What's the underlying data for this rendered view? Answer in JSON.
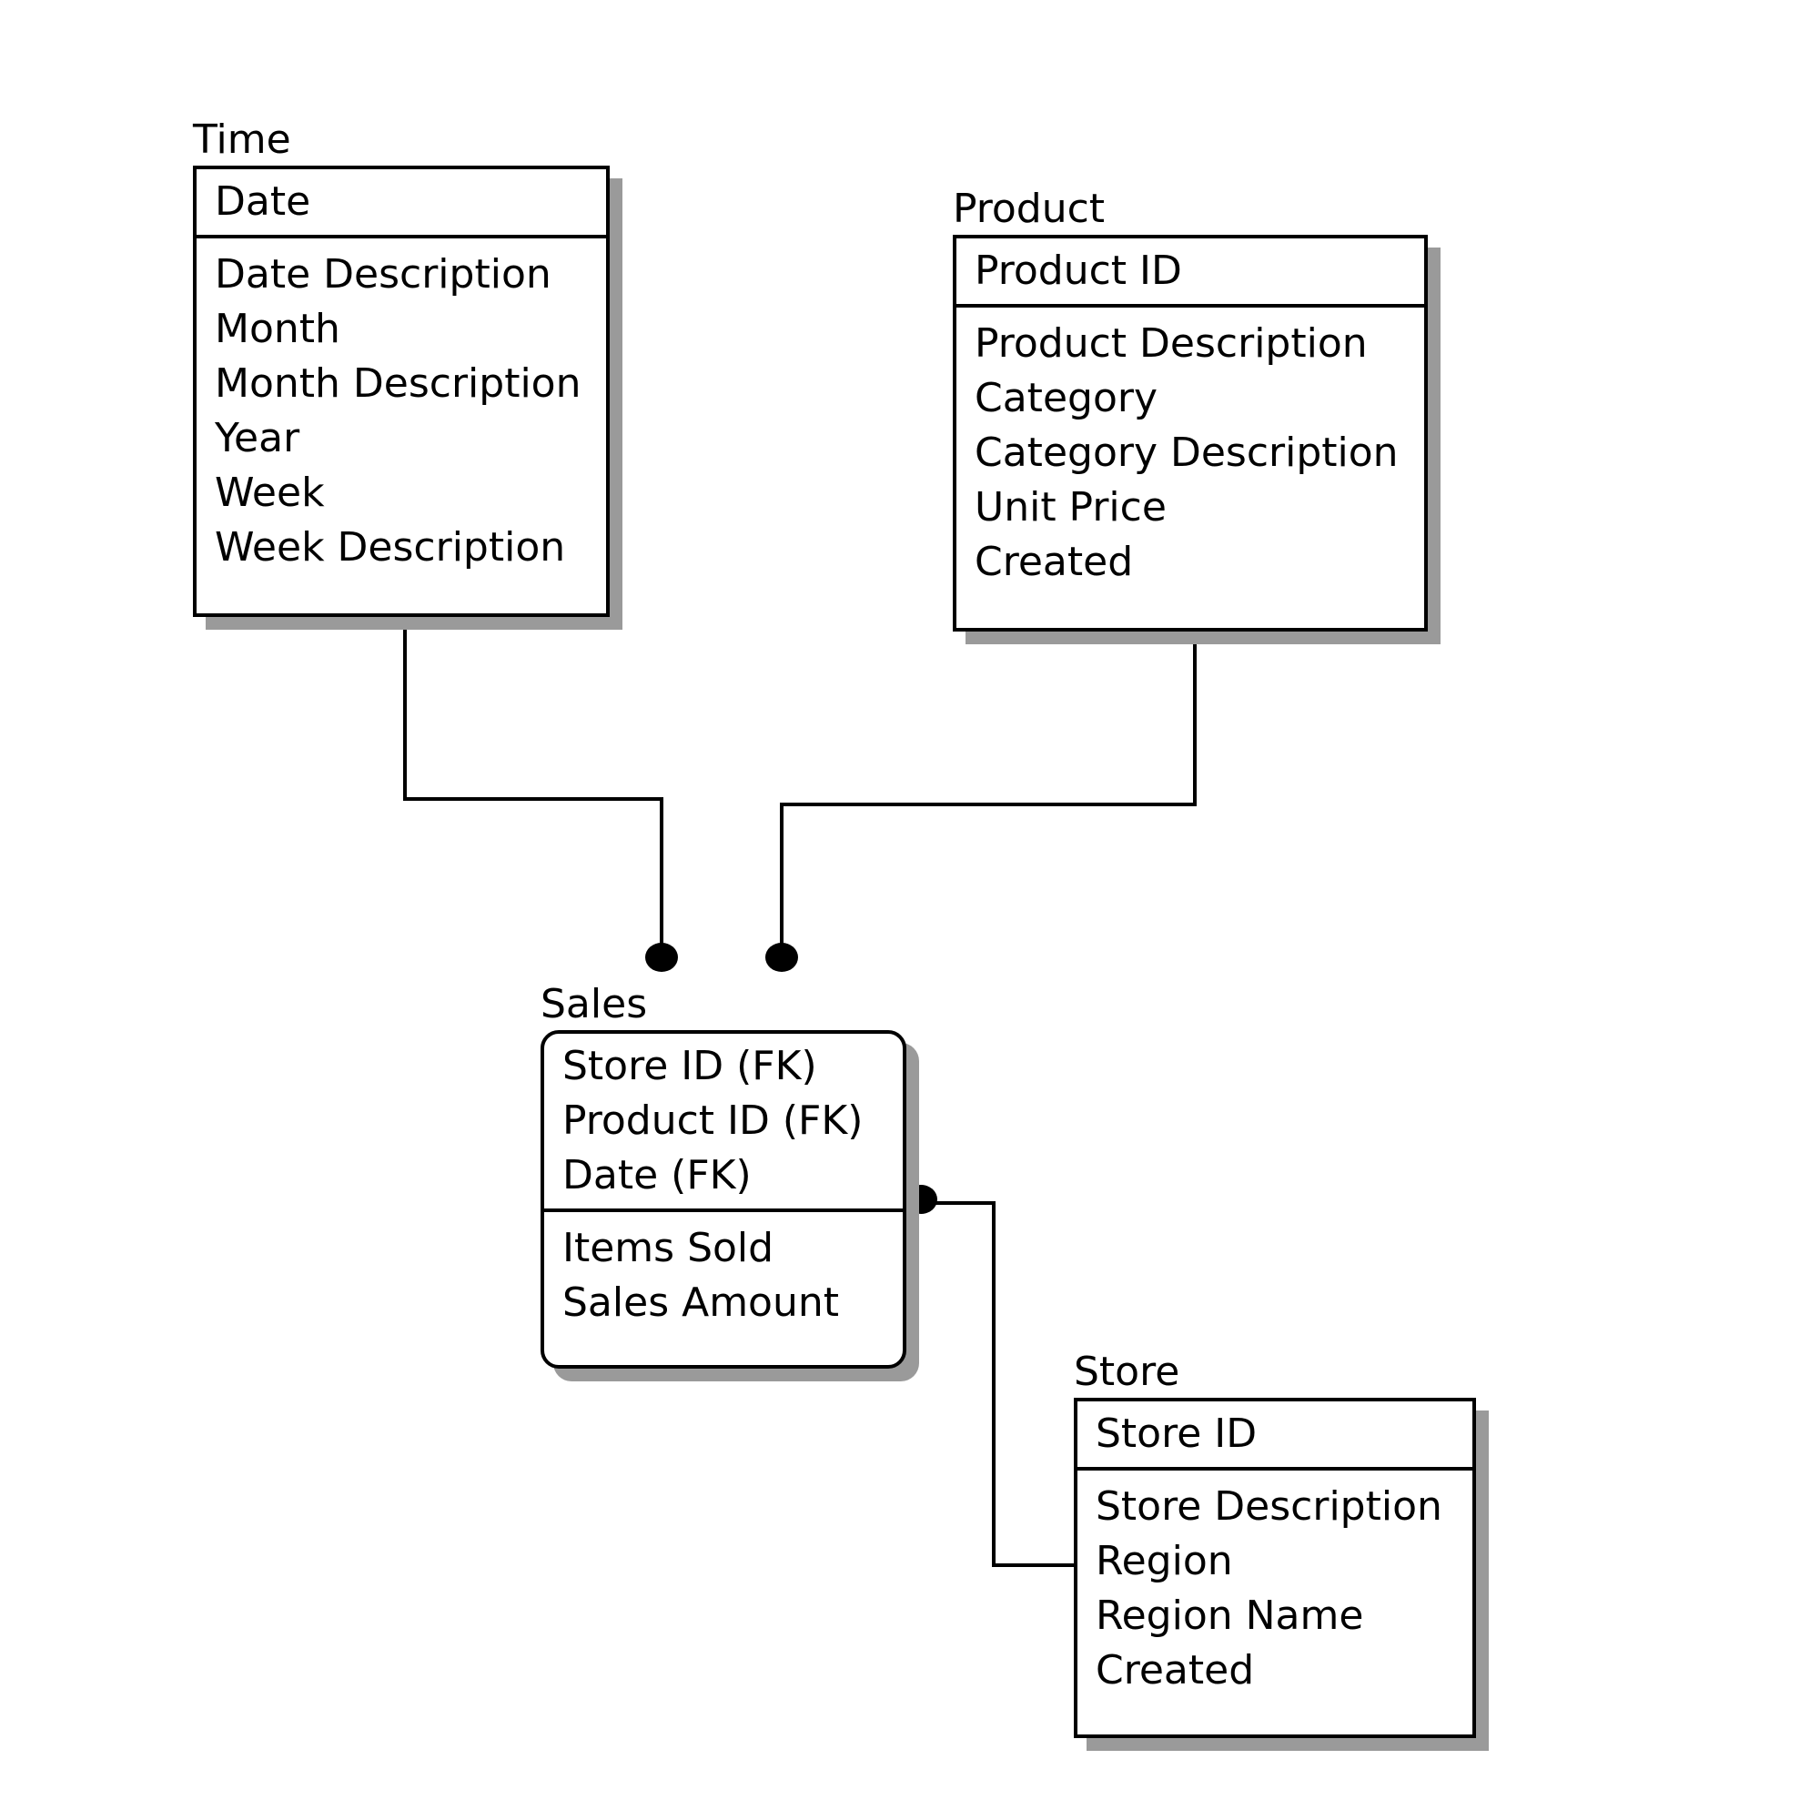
{
  "entities": {
    "time": {
      "name": "Time",
      "keys": [
        "Date"
      ],
      "attributes": [
        "Date Description",
        "Month",
        "Month Description",
        "Year",
        "Week",
        "Week Description"
      ]
    },
    "product": {
      "name": "Product",
      "keys": [
        "Product ID"
      ],
      "attributes": [
        "Product Description",
        "Category",
        "Category Description",
        "Unit Price",
        "Created"
      ]
    },
    "sales": {
      "name": "Sales",
      "keys": [
        "Store ID (FK)",
        "Product ID (FK)",
        "Date (FK)"
      ],
      "attributes": [
        "Items Sold",
        "Sales Amount"
      ]
    },
    "store": {
      "name": "Store",
      "keys": [
        "Store ID"
      ],
      "attributes": [
        "Store Description",
        "Region",
        "Region Name",
        "Created"
      ]
    }
  },
  "relationships": [
    {
      "from": "time",
      "to": "sales",
      "end": "filled-dot"
    },
    {
      "from": "product",
      "to": "sales",
      "end": "filled-dot"
    },
    {
      "from": "store",
      "to": "sales",
      "end": "filled-dot"
    }
  ]
}
